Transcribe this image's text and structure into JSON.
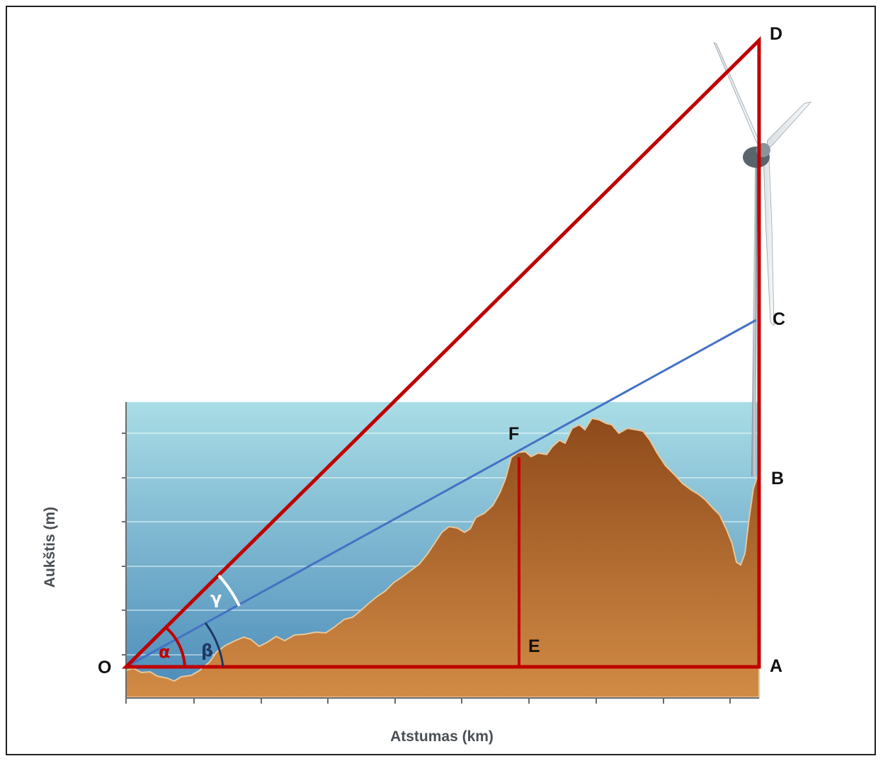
{
  "axes": {
    "x_title": "Atstumas (km)",
    "y_title": "Aukštis (m)"
  },
  "points": {
    "O": "O",
    "A": "A",
    "B": "B",
    "C": "C",
    "D": "D",
    "E": "E",
    "F": "F"
  },
  "angles": {
    "alpha": "α",
    "beta": "β",
    "gamma": "γ"
  },
  "colors": {
    "triangle": "#c00000",
    "sight_line": "#4472c4",
    "beta_arc": "#1f3864",
    "gamma_arc": "#ffffff",
    "terrain_top": "#8e4a1b",
    "terrain_bottom": "#d28b45",
    "sky_top": "#a9dde6",
    "sky_bottom": "#4a8ab8"
  },
  "icons": {
    "turbine": "wind-turbine-icon"
  }
}
